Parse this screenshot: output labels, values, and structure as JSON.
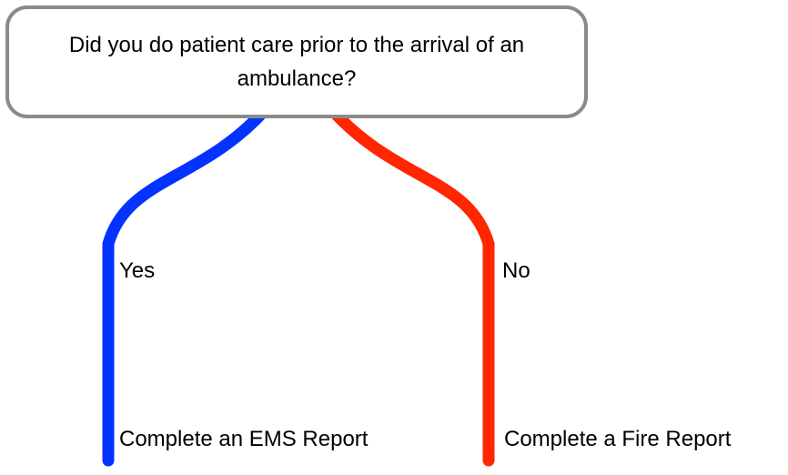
{
  "question": {
    "text": "Did you do patient care prior to the arrival of an ambulance?"
  },
  "branches": [
    {
      "answer": "Yes",
      "action": "Complete an EMS Report",
      "color": "#0433ff"
    },
    {
      "answer": "No",
      "action": "Complete a Fire Report",
      "color": "#ff2600"
    }
  ],
  "colors": {
    "box_border": "#8a8a8a",
    "box_fill": "#ffffff",
    "text": "#000000"
  }
}
